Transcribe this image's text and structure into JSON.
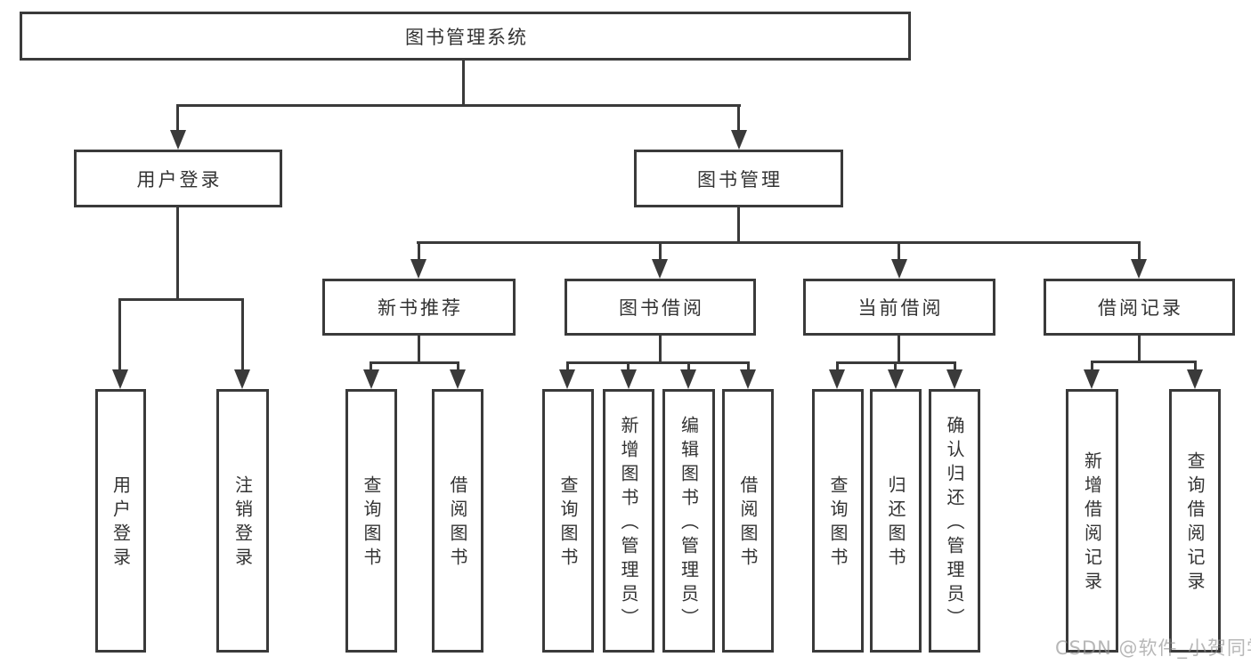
{
  "diagram": {
    "tree": {
      "root": {
        "label": "图书管理系统"
      },
      "level1": [
        {
          "label": "用户登录",
          "children": [
            {
              "label": "用户登录"
            },
            {
              "label": "注销登录"
            }
          ]
        },
        {
          "label": "图书管理",
          "children": [
            {
              "label": "新书推荐",
              "children": [
                {
                  "label": "查询图书"
                },
                {
                  "label": "借阅图书"
                }
              ]
            },
            {
              "label": "图书借阅",
              "children": [
                {
                  "label": "查询图书"
                },
                {
                  "label": "新增图书（管理员）"
                },
                {
                  "label": "编辑图书（管理员）"
                },
                {
                  "label": "借阅图书"
                }
              ]
            },
            {
              "label": "当前借阅",
              "children": [
                {
                  "label": "查询图书"
                },
                {
                  "label": "归还图书"
                },
                {
                  "label": "确认归还（管理员）"
                }
              ]
            },
            {
              "label": "借阅记录",
              "children": [
                {
                  "label": "新增借阅记录"
                },
                {
                  "label": "查询借阅记录"
                }
              ]
            }
          ]
        }
      ]
    }
  },
  "watermark": {
    "text": "CSDN @软件_小贺同学"
  },
  "colors": {
    "line": "#3a3a3a",
    "text": "#333333",
    "background": "#ffffff",
    "watermark": "#919191"
  }
}
